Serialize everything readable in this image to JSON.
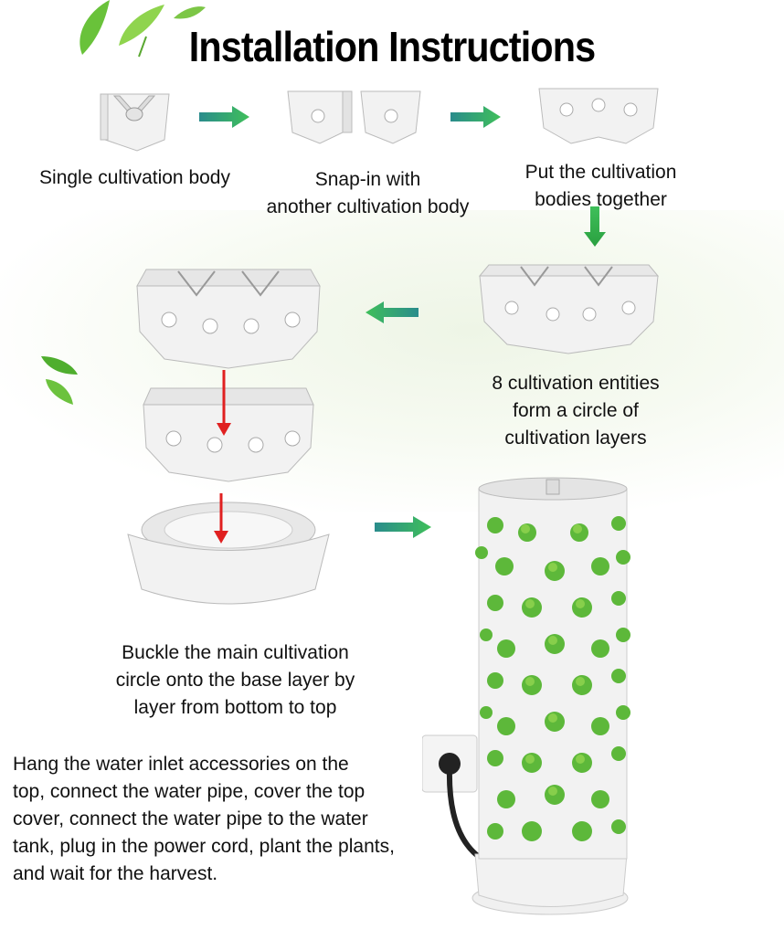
{
  "title": "Installation Instructions",
  "steps": [
    {
      "caption": "Single cultivation body"
    },
    {
      "caption": "Snap-in with another cultivation body",
      "line1": "Snap-in with",
      "line2": "another cultivation body"
    },
    {
      "caption": "Put the cultivation bodies together",
      "line1": "Put the cultivation",
      "line2": "bodies together"
    },
    {
      "caption": "8 cultivation entities form a circle of cultivation layers",
      "line1": "8 cultivation entities",
      "line2": "form a circle of",
      "line3": "cultivation layers"
    },
    {
      "caption": "Buckle the main cultivation circle onto the base layer by layer from bottom to top",
      "line1": "Buckle the main cultivation",
      "line2": "circle onto the base layer by",
      "line3": "layer from bottom to top"
    },
    {
      "caption": "Hang the water inlet accessories on the top, connect the water pipe, cover the top cover, connect the water pipe to the water tank, plug in the power cord, plant the plants, and wait for the harvest.",
      "line1": "Hang the water inlet accessories on the",
      "line2": "top, connect the water pipe, cover the top",
      "line3": "cover, connect the water pipe to the water",
      "line4": "tank, plug in the power cord, plant the plants,",
      "line5": "and wait for the harvest."
    }
  ],
  "colors": {
    "arrow_teal_start": "#2a8c8c",
    "arrow_teal_end": "#3fbf5a",
    "arrow_red": "#e02020",
    "leaf_green": "#5db83a",
    "body_white": "#f1f1f1"
  }
}
